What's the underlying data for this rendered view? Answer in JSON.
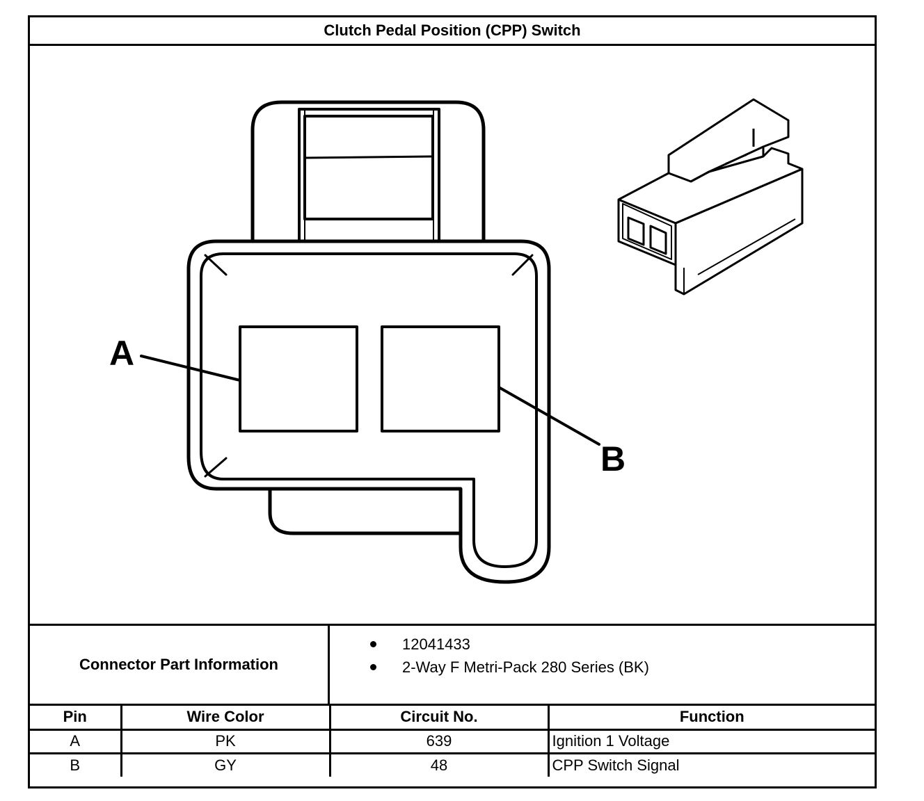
{
  "title": "Clutch Pedal Position (CPP) Switch",
  "callouts": {
    "a": "A",
    "b": "B"
  },
  "connector_info": {
    "label": "Connector Part Information",
    "items": [
      "12041433",
      "2-Way F Metri-Pack 280 Series (BK)"
    ]
  },
  "pin_table": {
    "headers": [
      "Pin",
      "Wire Color",
      "Circuit No.",
      "Function"
    ],
    "rows": [
      {
        "pin": "A",
        "wire_color": "PK",
        "circuit": "639",
        "function": "Ignition 1 Voltage"
      },
      {
        "pin": "B",
        "wire_color": "GY",
        "circuit": "48",
        "function": "CPP Switch Signal"
      }
    ]
  },
  "icons": [
    "connector-face-diagram",
    "connector-3d-icon"
  ]
}
